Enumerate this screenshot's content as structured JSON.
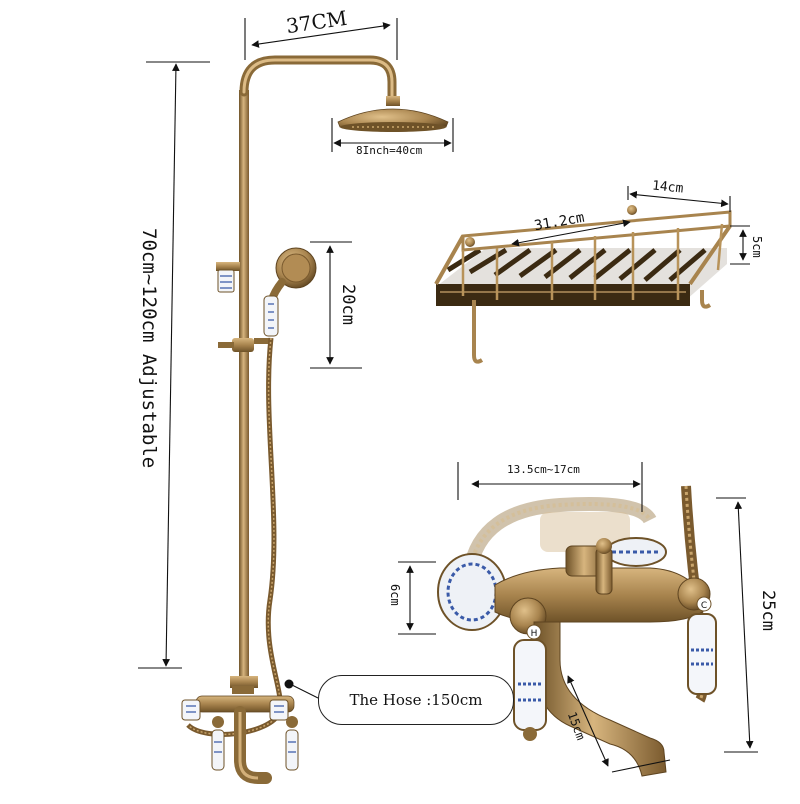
{
  "labels": {
    "width_top": "37CM",
    "rain_head": "8Inch=40cm",
    "height_adjustable": "70cm~120cm Adjustable",
    "handheld": "20cm",
    "basket_depth": "14cm",
    "basket_length": "31.2cm",
    "basket_height": "5cm",
    "spacing": "13.5cm~17cm",
    "mixer_height": "25cm",
    "wall_mount": "6cm",
    "spout": "15cm",
    "hose": "The Hose :150cm"
  },
  "handle_marks": {
    "hot": "H",
    "cold": "C"
  },
  "colors": {
    "brass": "#a8844e",
    "brass_dark": "#6e5228",
    "brass_light": "#d7b57e",
    "ceramic": "#f4f6fa",
    "ceramic_pattern": "#3a5aa8",
    "line": "#111111"
  }
}
